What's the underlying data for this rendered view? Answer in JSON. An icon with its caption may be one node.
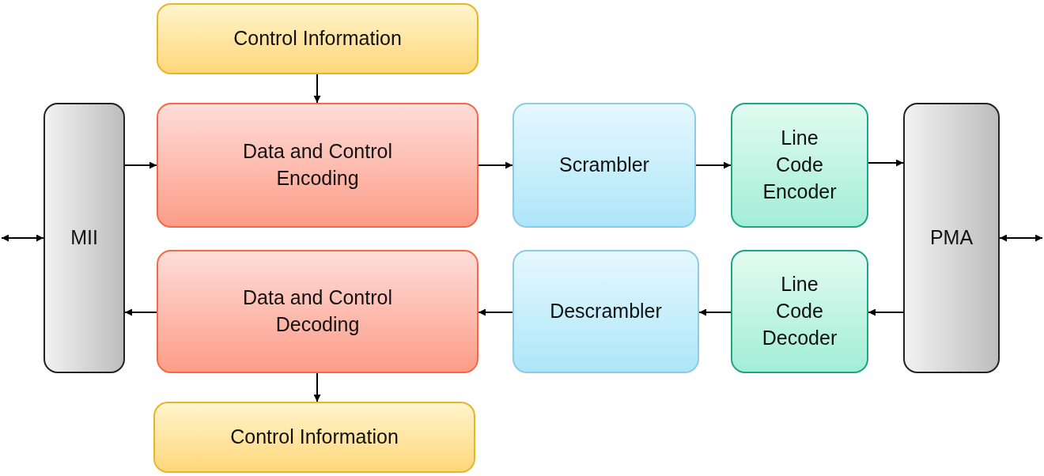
{
  "diagram": {
    "nodes": [
      {
        "text": [
          "Control Information"
        ]
      },
      {
        "text": [
          "MII"
        ]
      },
      {
        "text": [
          "Data and Control Encoding"
        ]
      },
      {
        "text": [
          "Scrambler"
        ]
      },
      {
        "text": [
          "Line Code Encoder"
        ]
      },
      {
        "text": [
          "PMA"
        ]
      },
      {
        "text": [
          "Data and Control Decoding"
        ]
      },
      {
        "text": [
          "Descrambler"
        ]
      },
      {
        "text": [
          "Line Code Decoder"
        ]
      },
      {
        "text": [
          "Control Information"
        ]
      }
    ],
    "edges": [
      {
        "from": 0,
        "to": 2,
        "arrow": "to"
      },
      {
        "from": 1,
        "to": 2,
        "arrow": "to"
      },
      {
        "from": 2,
        "to": 3,
        "arrow": "to"
      },
      {
        "from": 3,
        "to": 4,
        "arrow": "to"
      },
      {
        "from": 4,
        "to": 5,
        "arrow": "to"
      },
      {
        "from": 5,
        "to": 8,
        "arrow": "to"
      },
      {
        "from": 8,
        "to": 7,
        "arrow": "to"
      },
      {
        "from": 7,
        "to": 6,
        "arrow": "to"
      },
      {
        "from": 6,
        "to": 1,
        "arrow": "to"
      },
      {
        "from": 6,
        "to": 9,
        "arrow": "to"
      },
      {
        "from": null,
        "to": 1,
        "arrow": "both"
      },
      {
        "from": 5,
        "to": null,
        "arrow": "both"
      }
    ]
  }
}
